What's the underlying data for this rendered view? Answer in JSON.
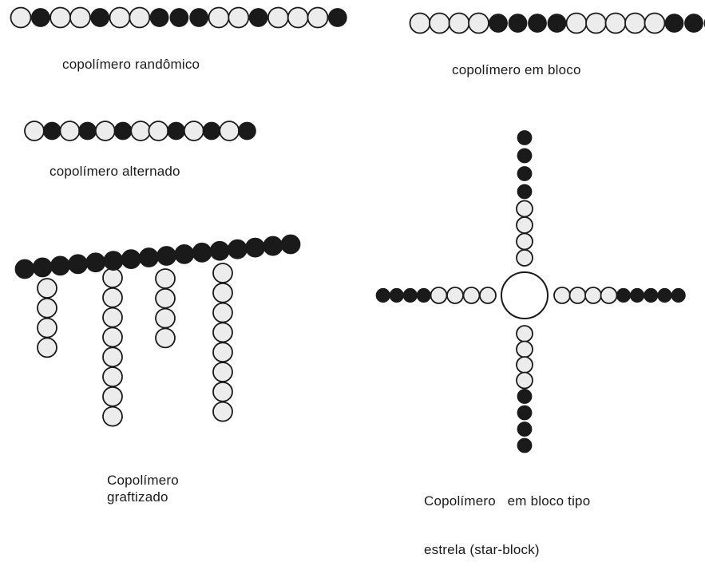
{
  "colors": {
    "dark": "#1a1a1a",
    "light": "#ececec",
    "stroke": "#1a1a1a",
    "core": "#ffffff"
  },
  "labels": {
    "random": "copolímero randômico",
    "block": "copolímero em bloco",
    "alternating": "copolímero alternado",
    "graft_line1": "Copolímero",
    "graft_line2": "graftizado",
    "star_line1": "Copolímero   em bloco tipo",
    "star_line2": "estrela (star-block)"
  },
  "chains": {
    "random": [
      "L",
      "D",
      "L",
      "L",
      "D",
      "L",
      "L",
      "D",
      "D",
      "D",
      "L",
      "L",
      "D",
      "L",
      "L",
      "L",
      "D"
    ],
    "block": [
      "L",
      "L",
      "L",
      "L",
      "D",
      "D",
      "D",
      "D",
      "L",
      "L",
      "L",
      "L",
      "L",
      "D",
      "D",
      "D"
    ],
    "alternating": [
      "L",
      "D",
      "L",
      "D",
      "L",
      "D",
      "L",
      "L",
      "D",
      "L",
      "D",
      "L",
      "D"
    ],
    "graft_backbone_count": 16,
    "graft_branch_lengths": [
      4,
      8,
      4,
      8
    ],
    "star_arms": [
      [
        "L",
        "L",
        "L",
        "L",
        "D",
        "D",
        "D",
        "D"
      ],
      [
        "L",
        "L",
        "L",
        "L",
        "D",
        "D",
        "D",
        "D",
        "D"
      ],
      [
        "L",
        "L",
        "L",
        "L",
        "D",
        "D",
        "D",
        "D"
      ],
      [
        "L",
        "L",
        "L",
        "L",
        "D",
        "D",
        "D",
        "D"
      ]
    ]
  }
}
